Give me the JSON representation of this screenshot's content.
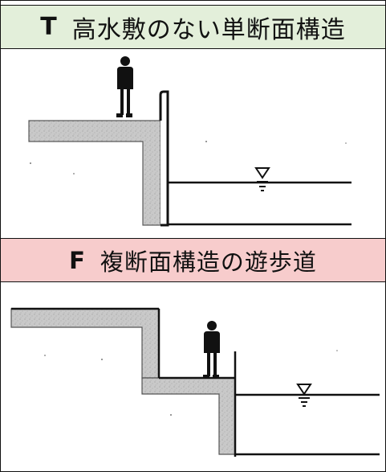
{
  "sections": [
    {
      "code": "T",
      "title": "高水敷のない単断面構造",
      "color": "#e3efda"
    },
    {
      "code": "F",
      "title": "複断面構造の遊歩道",
      "color": "#f7cccc"
    }
  ],
  "icons": {
    "person": "person-silhouette",
    "water_level": "water-level-symbol"
  }
}
